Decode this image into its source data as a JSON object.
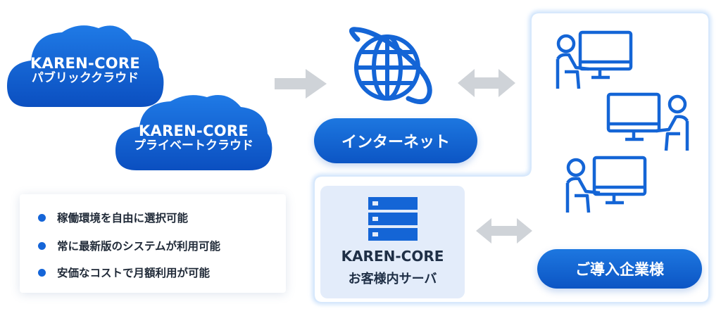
{
  "public_cloud": {
    "title": "KAREN-CORE",
    "subtitle": "パブリッククラウド"
  },
  "private_cloud": {
    "title": "KAREN-CORE",
    "subtitle": "プライベートクラウド"
  },
  "internet": {
    "label": "インターネット"
  },
  "onprem_server": {
    "title": "KAREN-CORE",
    "subtitle": "お客様内サーバ"
  },
  "customer": {
    "label": "ご導入企業様"
  },
  "features": [
    "稼働環境を自由に選択可能",
    "常に最新版のシステムが利用可能",
    "安価なコストで月額利用が可能"
  ],
  "icons": {
    "globe": "globe-icon",
    "server": "server-icon",
    "users": "user-computer-icon"
  },
  "colors": {
    "primary_blue": "#0c55c4",
    "light_blue": "#e3ecfa",
    "arrow_grey": "#cfd3d8"
  }
}
